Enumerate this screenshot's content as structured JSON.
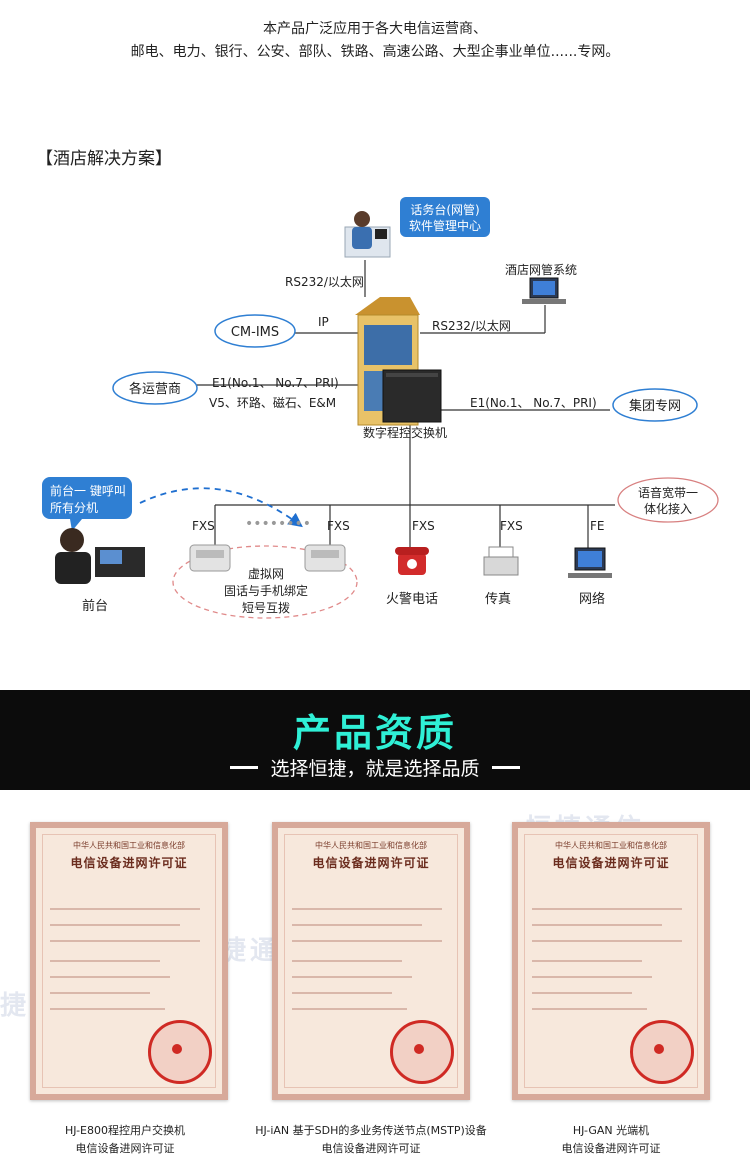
{
  "intro": {
    "line1": "本产品广泛应用于各大电信运营商、",
    "line2": "邮电、电力、银行、公安、部队、铁路、高速公路、大型企事业单位......专网。"
  },
  "section_title": "【酒店解决方案】",
  "diagram": {
    "operator_console": {
      "line1": "话务台(网管)",
      "line2": "软件管理中心"
    },
    "rs232_top": "RS232/以太网",
    "hotel_system": "酒店网管系统",
    "cm_ims": "CM-IMS",
    "ip": "IP",
    "rs232_right": "RS232/以太网",
    "operators": "各运营商",
    "e1_left_line1": "E1(No.1、 No.7、PRI)",
    "e1_left_line2": "V5、环路、磁石、E&M",
    "e1_right": "E1(No.1、 No.7、PRI)",
    "group_network": "集团专网",
    "switch_label": "数字程控交换机",
    "front_desk_bubble": {
      "line1": "前台一 键呼叫",
      "line2": "所有分机"
    },
    "voice_broadband": {
      "line1": "语音宽带一",
      "line2": "体化接入"
    },
    "fxs1": "FXS",
    "fxs2": "FXS",
    "fxs3": "FXS",
    "fxs4": "FXS",
    "fe": "FE",
    "virtual_net": {
      "line1": "虚拟网",
      "line2": "固话与手机绑定",
      "line3": "短号互拨"
    },
    "front_desk": "前台",
    "fire_phone": "火警电话",
    "fax": "传真",
    "network": "网络",
    "colors": {
      "accent": "#1565c0",
      "bubble_fill": "#2f7fd3",
      "alarm": "#d22b2b"
    }
  },
  "banner": {
    "title": "产品资质",
    "subtitle": "选择恒捷，就是选择品质"
  },
  "certificates": [
    {
      "ministry": "中华人民共和国工业和信息化部",
      "title": "电信设备进网许可证",
      "caption_line1": "HJ-E800程控用户交换机",
      "caption_line2": "电信设备进网许可证"
    },
    {
      "ministry": "中华人民共和国工业和信息化部",
      "title": "电信设备进网许可证",
      "caption_line1": "HJ-iAN 基于SDH的多业务传送节点(MSTP)设备",
      "caption_line2": "电信设备进网许可证"
    },
    {
      "ministry": "中华人民共和国工业和信息化部",
      "title": "电信设备进网许可证",
      "caption_line1": "HJ-GAN 光端机",
      "caption_line2": "电信设备进网许可证"
    }
  ],
  "watermark": "恒捷通信"
}
